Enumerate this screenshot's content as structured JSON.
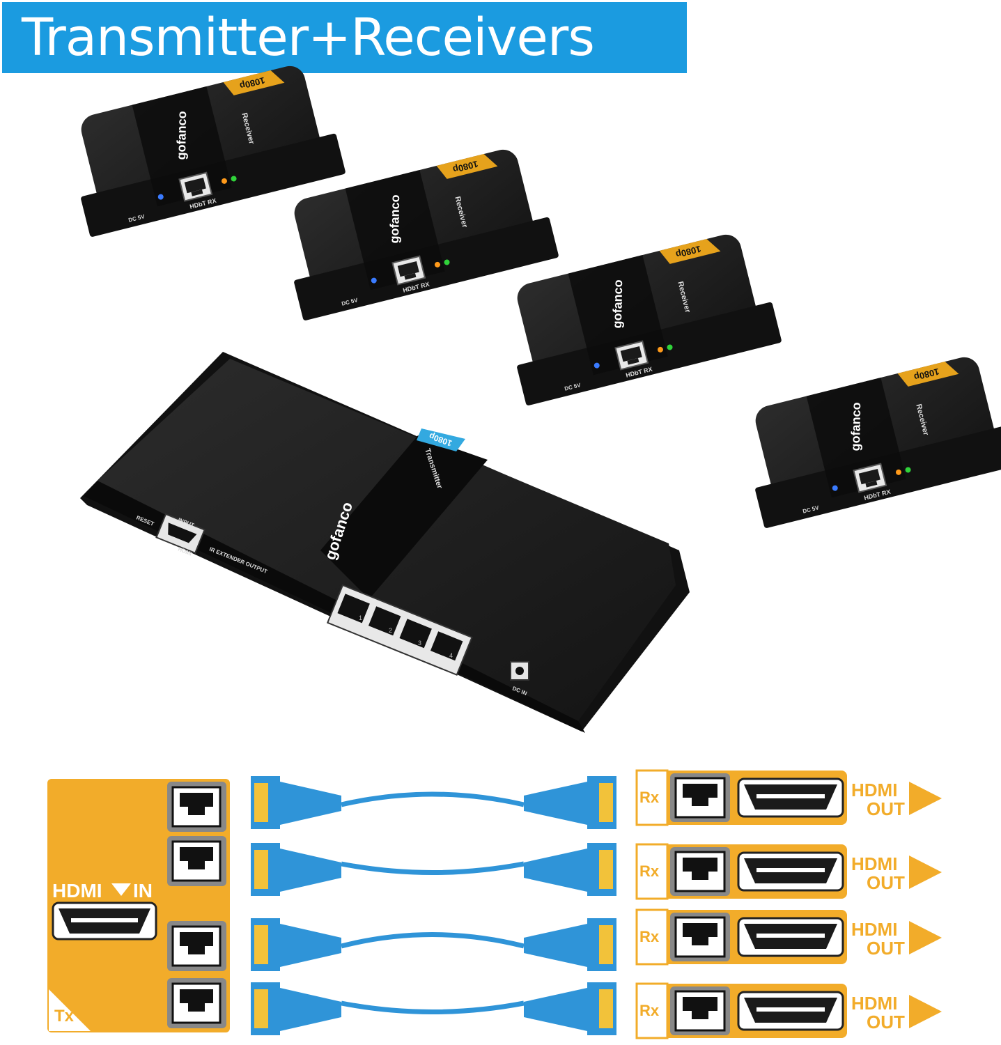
{
  "title": "Transmitter+Receivers",
  "colors": {
    "title_bg": "#1b9be0",
    "device_body": "#1e1e1e",
    "receiver_badge": "#e6a21c",
    "transmitter_badge": "#33a9e0",
    "diagram_orange": "#f2ac2a",
    "cable_blue": "#2f94d8"
  },
  "receivers": [
    {
      "brand": "gofanco",
      "label": "Receiver",
      "badge": "1080p",
      "port_label": "HDbT RX",
      "power_label": "DC 5V"
    },
    {
      "brand": "gofanco",
      "label": "Receiver",
      "badge": "1080p",
      "port_label": "HDbT RX",
      "power_label": "DC 5V"
    },
    {
      "brand": "gofanco",
      "label": "Receiver",
      "badge": "1080p",
      "port_label": "HDbT RX",
      "power_label": "DC 5V"
    },
    {
      "brand": "gofanco",
      "label": "Receiver",
      "badge": "1080p",
      "port_label": "HDbT RX",
      "power_label": "DC 5V"
    }
  ],
  "transmitter": {
    "brand": "gofanco",
    "label": "Transmitter",
    "badge": "1080p",
    "reset_label": "RESET",
    "input_label": "INPUT",
    "hdmi_label": "HDMI",
    "ir_label": "IR EXTENDER OUTPUT",
    "dc_label": "DC IN",
    "port_numbers": [
      "1",
      "2",
      "3",
      "4"
    ]
  },
  "diagram": {
    "tx_label": "Tx",
    "hdmi_in": {
      "left": "HDMI",
      "right": "IN"
    },
    "rx_rows": [
      {
        "rx": "Rx",
        "out_top": "HDMI",
        "out_bottom": "OUT"
      },
      {
        "rx": "Rx",
        "out_top": "HDMI",
        "out_bottom": "OUT"
      },
      {
        "rx": "Rx",
        "out_top": "HDMI",
        "out_bottom": "OUT"
      },
      {
        "rx": "Rx",
        "out_top": "HDMI",
        "out_bottom": "OUT"
      }
    ]
  }
}
